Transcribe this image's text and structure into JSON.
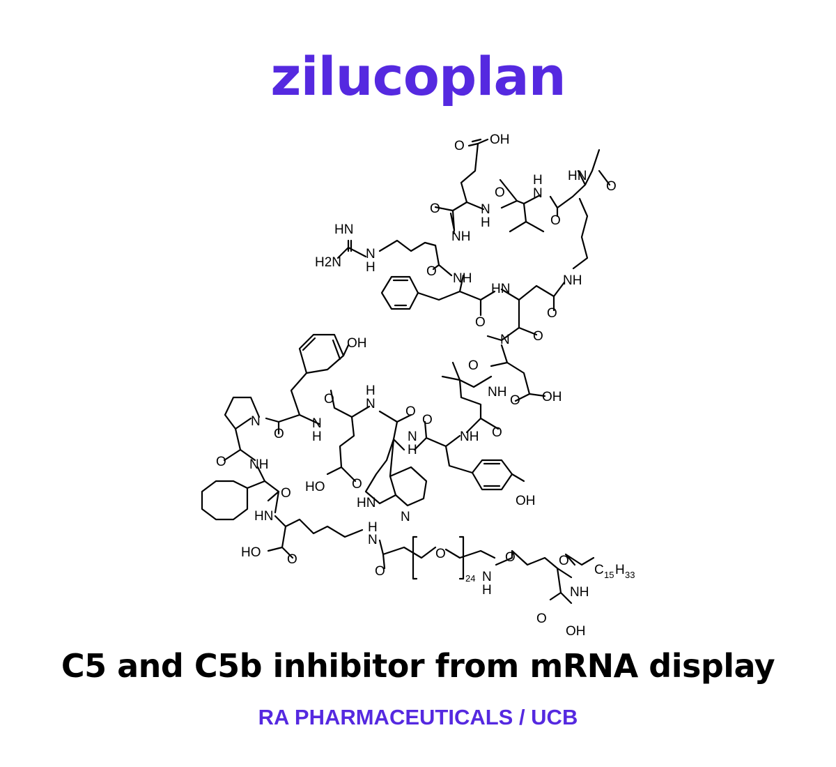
{
  "title": "zilucoplan",
  "subtitle": "C5 and C5b inhibitor from mRNA display",
  "company": "RA PHARMACEUTICALS / UCB",
  "colors": {
    "accent": "#5529e0",
    "text": "#000000",
    "background": "#ffffff"
  },
  "structure": {
    "description": "Macrocyclic peptide skeletal structure with lipidated PEG24 side chain",
    "labels": {
      "glu_oh": "OH",
      "glu_o": "O",
      "ac_hn": "HN",
      "ac_o": "O",
      "val_o": "O",
      "val_nh": "N",
      "val_h": "H",
      "glu_nh": "N",
      "glu_h": "H",
      "glu_co": "O",
      "arg_hn": "HN",
      "arg_h2n": "H2N",
      "arg_n": "N",
      "arg_h": "H",
      "arg_nh": "NH",
      "arg_o": "O",
      "lys_nh": "NH",
      "phe_nh": "NH",
      "asp_hn": "HN",
      "phe_o": "O",
      "asn_o": "O",
      "nme_n": "N",
      "nme_o": "O",
      "asp2_o": "O",
      "asp2_oh": "OH",
      "asp2_co": "O",
      "tle_nh": "NH",
      "tyr_oh": "OH",
      "pro_n": "N",
      "pro_o": "O",
      "tyr_nh": "N",
      "tyr_h": "H",
      "glu2_o": "O",
      "trp_nh": "N",
      "trp_h": "H",
      "trp_o": "O",
      "tyr2_o": "O",
      "tyr2_nh": "N",
      "tyr2_h": "H",
      "tle_nh2": "NH",
      "tle_o": "O",
      "chg_o": "O",
      "chg_nh": "NH",
      "glu2_ho": "HO",
      "glu2_co": "O",
      "azatrp_hn": "HN",
      "azatrp_n": "N",
      "tyr2_oh": "OH",
      "chg_o2": "O",
      "lys_hn": "HN",
      "lys_ho": "HO",
      "lys_o": "O",
      "peg_n": "N",
      "peg_h": "H",
      "peg_co": "O",
      "peg_o": "O",
      "peg_n_count": "24",
      "peg_nh": "N",
      "peg_nh_h": "H",
      "gglu_o": "O",
      "palm_o": "O",
      "palm_c": "C",
      "palm_c_sub": "15",
      "palm_h": "H",
      "palm_h_sub": "33",
      "gglu_nh": "NH",
      "gglu_co": "O",
      "gglu_oh": "OH"
    }
  }
}
